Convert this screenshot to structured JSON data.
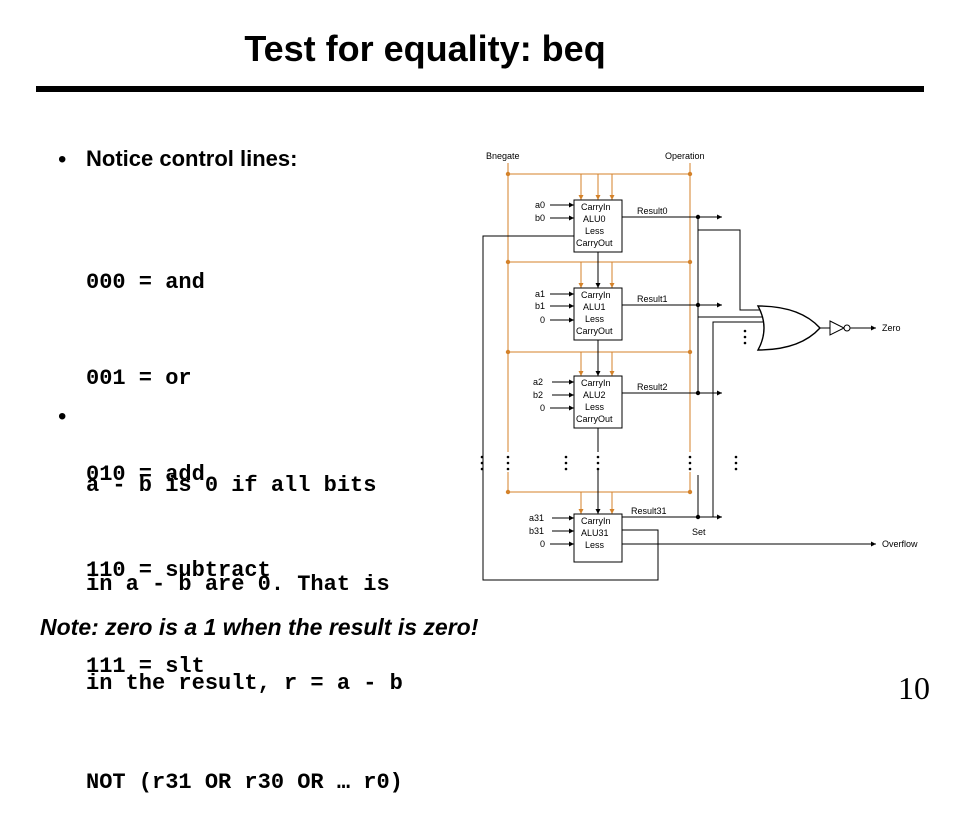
{
  "slide": {
    "title": "Test for equality: beq",
    "bullet_glyph": "•",
    "control_heading": "Notice control lines:",
    "control_codes": [
      "000 = and",
      "001 = or",
      "010 = add",
      "110 = subtract",
      "111 = slt"
    ],
    "explanation_lines": [
      "a - b is 0 if all bits",
      "in a - b are 0. That is",
      "in the result, r = a - b",
      "NOT (r31 OR r30 OR … r0)"
    ],
    "note": "Note:  zero is a 1 when the result is zero!",
    "page_number": "10"
  },
  "diagram": {
    "bnegate_label": "Bnegate",
    "operation_label": "Operation",
    "control_color": "#d4822a",
    "alus": [
      {
        "inputs": [
          "a0",
          "b0"
        ],
        "box_lines": [
          "CarryIn",
          "ALU0",
          "Less",
          "CarryOut"
        ],
        "result": "Result0"
      },
      {
        "inputs": [
          "a1",
          "b1",
          "0"
        ],
        "box_lines": [
          "CarryIn",
          "ALU1",
          "Less",
          "CarryOut"
        ],
        "result": "Result1"
      },
      {
        "inputs": [
          "a2",
          "b2",
          "0"
        ],
        "box_lines": [
          "CarryIn",
          "ALU2",
          "Less",
          "CarryOut"
        ],
        "result": "Result2"
      },
      {
        "inputs": [
          "a31",
          "b31",
          "0"
        ],
        "box_lines": [
          "CarryIn",
          "ALU31",
          "Less"
        ],
        "result": "Result31"
      }
    ],
    "set_label": "Set",
    "overflow_label": "Overflow",
    "zero_label": "Zero"
  }
}
